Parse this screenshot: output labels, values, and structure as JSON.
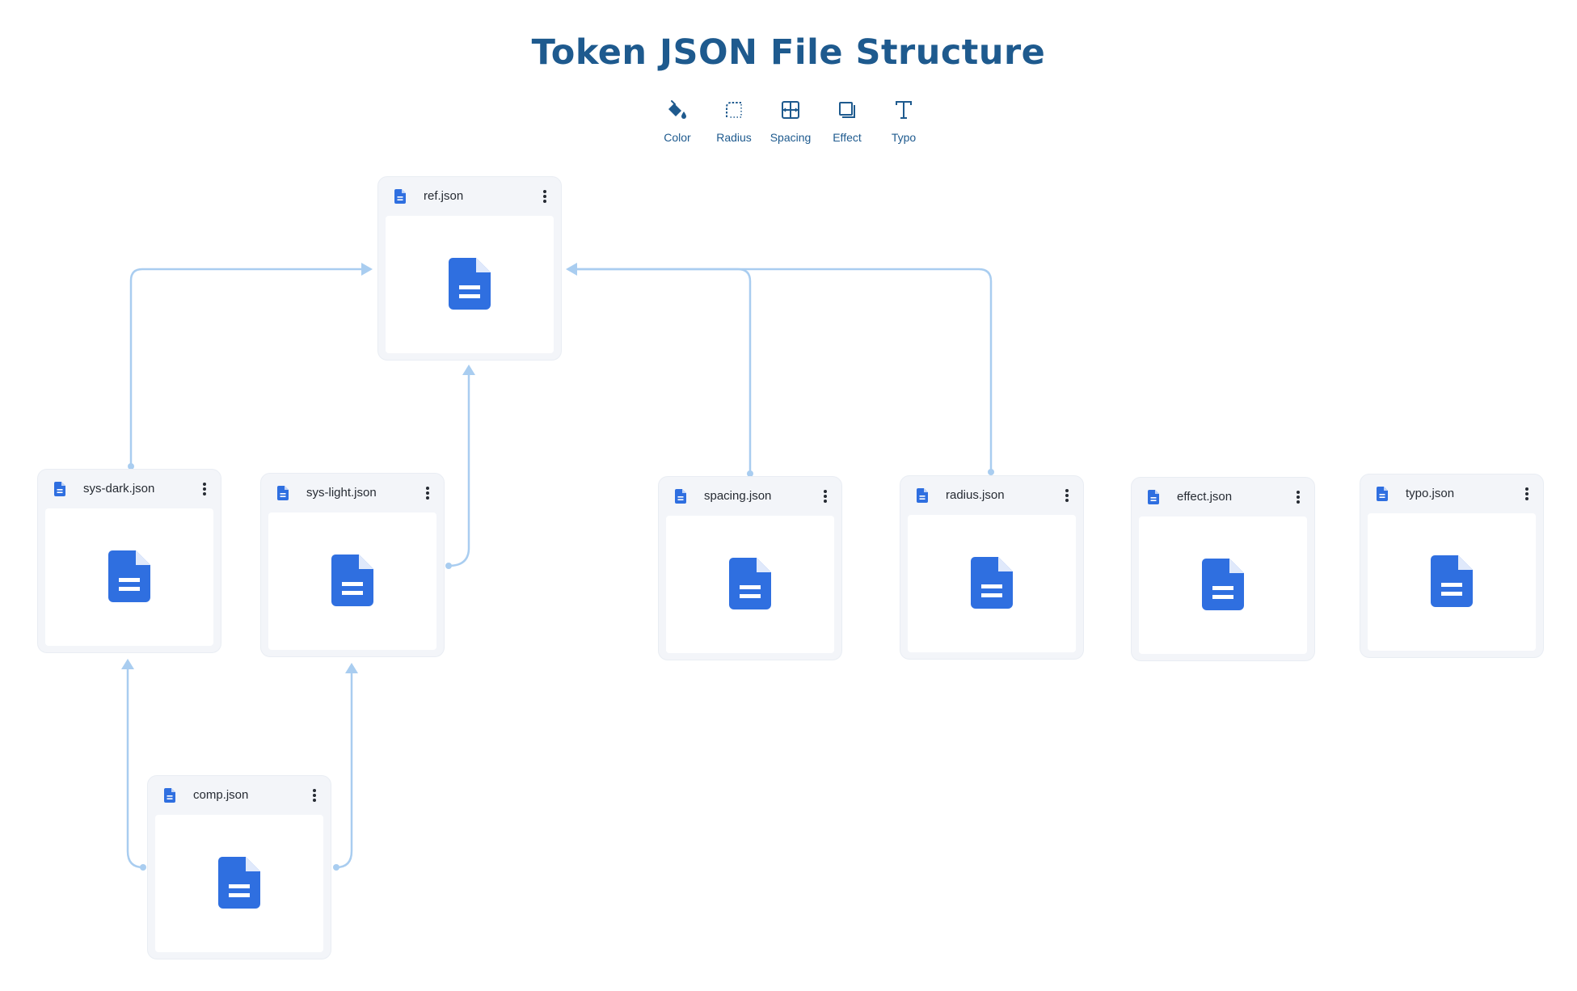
{
  "title": "Token JSON File Structure",
  "legend": [
    {
      "label": "Color",
      "icon": "paint-bucket-icon"
    },
    {
      "label": "Radius",
      "icon": "radius-corner-icon"
    },
    {
      "label": "Spacing",
      "icon": "spacing-grid-icon"
    },
    {
      "label": "Effect",
      "icon": "layers-effect-icon"
    },
    {
      "label": "Typo",
      "icon": "text-t-icon"
    }
  ],
  "files": [
    {
      "id": "ref",
      "name": "ref.json"
    },
    {
      "id": "sys-dark",
      "name": "sys-dark.json"
    },
    {
      "id": "sys-light",
      "name": "sys-light.json"
    },
    {
      "id": "spacing",
      "name": "spacing.json"
    },
    {
      "id": "radius",
      "name": "radius.json"
    },
    {
      "id": "effect",
      "name": "effect.json"
    },
    {
      "id": "typo",
      "name": "typo.json"
    },
    {
      "id": "comp",
      "name": "comp.json"
    }
  ],
  "connections": [
    {
      "from": "sys-dark",
      "to": "ref"
    },
    {
      "from": "sys-light",
      "to": "ref"
    },
    {
      "from": "spacing",
      "to": "ref"
    },
    {
      "from": "radius",
      "to": "ref"
    },
    {
      "from": "comp",
      "to": "sys-dark"
    },
    {
      "from": "comp",
      "to": "sys-light"
    }
  ],
  "colors": {
    "title": "#1e5a8e",
    "file_icon": "#2f6fe0",
    "connector": "#a9cdf0"
  }
}
